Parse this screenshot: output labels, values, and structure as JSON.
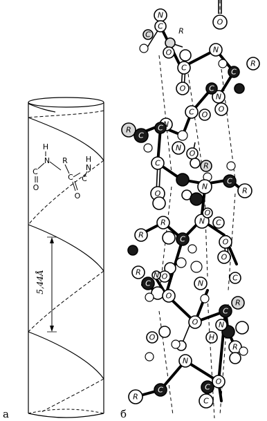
{
  "figure": {
    "panel_a_label": "а",
    "panel_b_label": "б",
    "pitch_label": "5,44Å",
    "peptide_atoms": [
      "H",
      "N",
      "R",
      "C",
      "C",
      "O",
      "H",
      "N",
      "C",
      "O"
    ]
  },
  "colors": {
    "ink": "#000000",
    "background": "#ffffff"
  }
}
